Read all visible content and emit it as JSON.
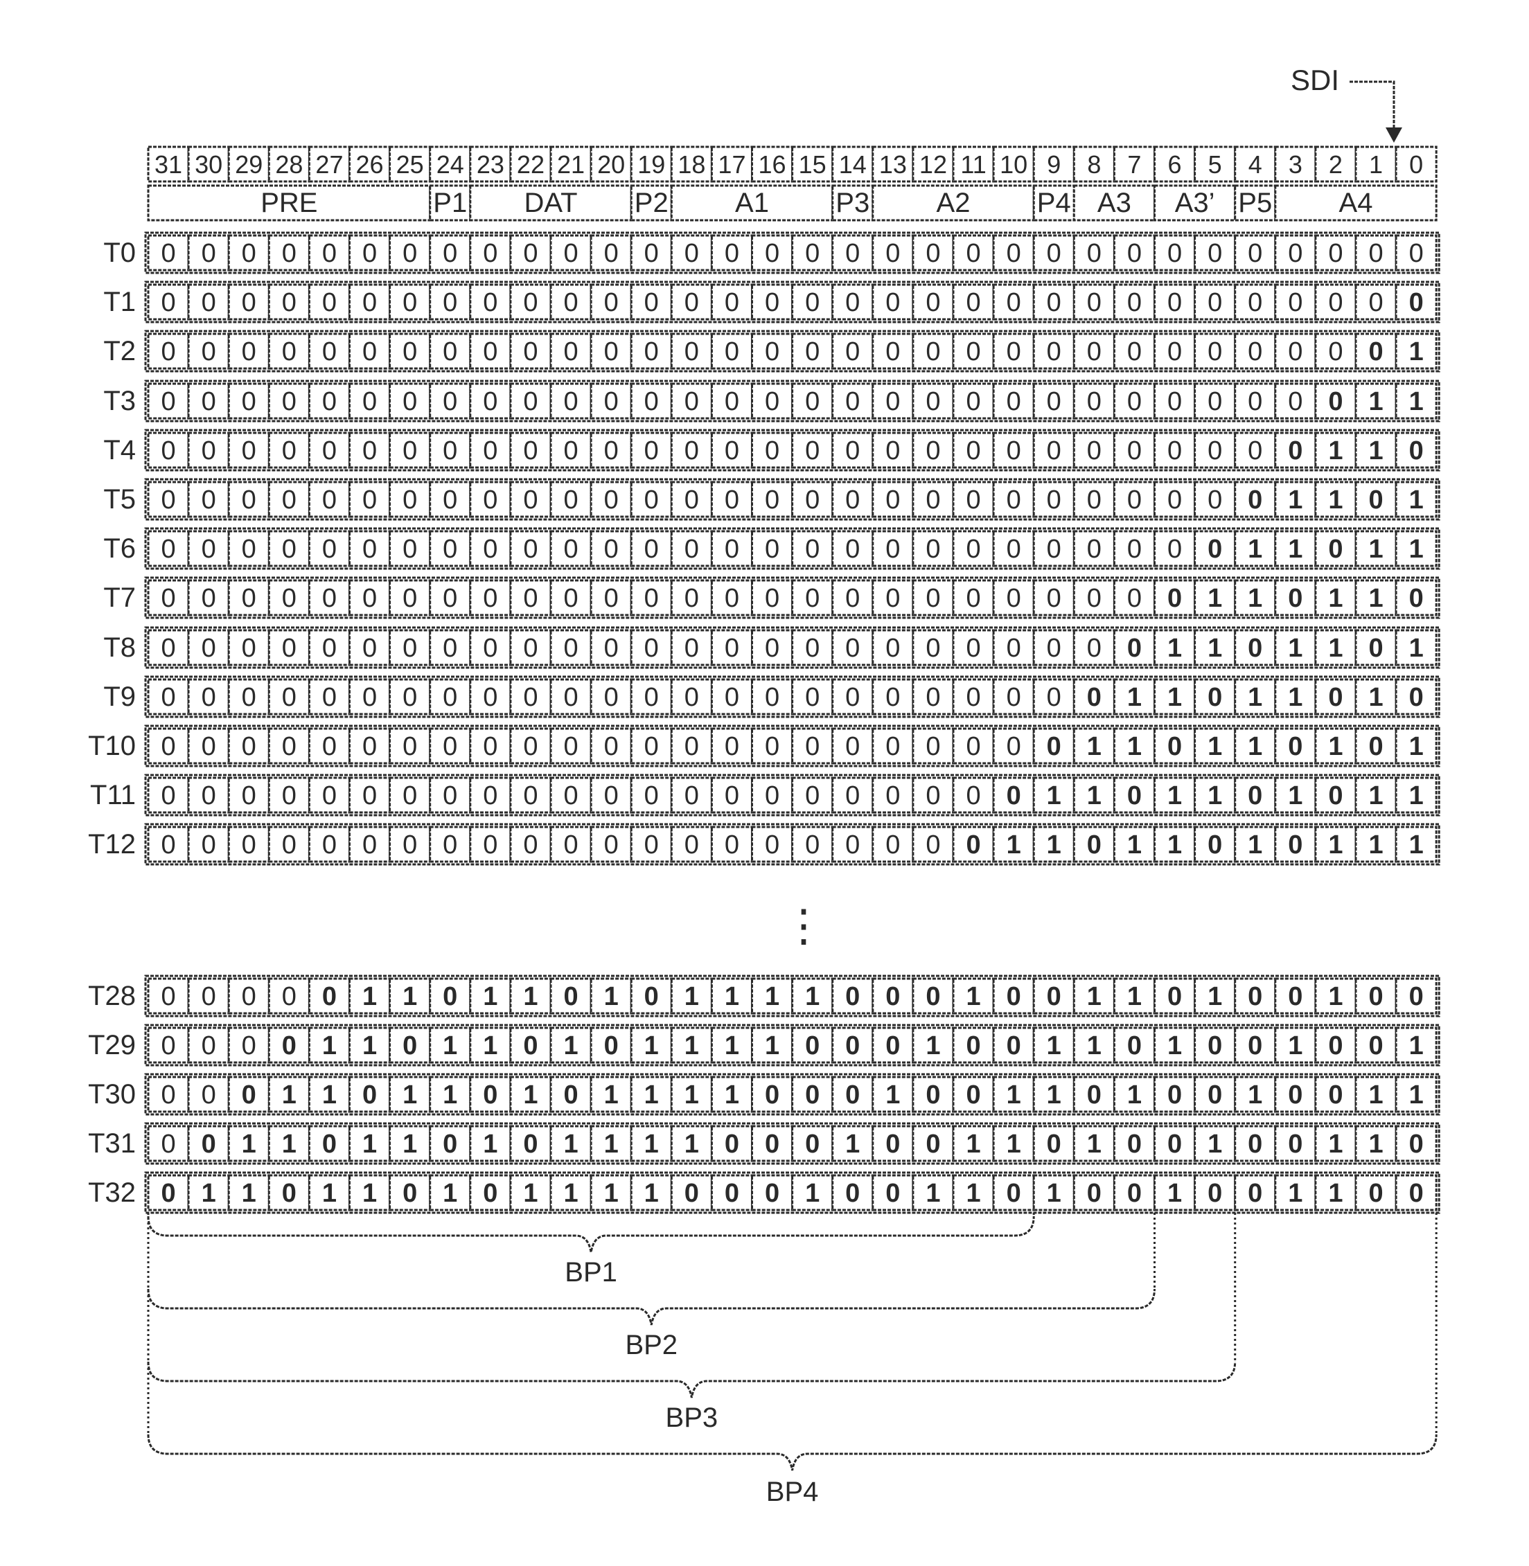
{
  "input_label": "SDI",
  "bit_indices": [
    "31",
    "30",
    "29",
    "28",
    "27",
    "26",
    "25",
    "24",
    "23",
    "22",
    "21",
    "20",
    "19",
    "18",
    "17",
    "16",
    "15",
    "14",
    "13",
    "12",
    "11",
    "10",
    "9",
    "8",
    "7",
    "6",
    "5",
    "4",
    "3",
    "2",
    "1",
    "0"
  ],
  "fields": [
    {
      "label": "PRE",
      "msb": 31,
      "lsb": 25
    },
    {
      "label": "P1",
      "msb": 24,
      "lsb": 24
    },
    {
      "label": "DAT",
      "msb": 23,
      "lsb": 20
    },
    {
      "label": "P2",
      "msb": 19,
      "lsb": 19
    },
    {
      "label": "A1",
      "msb": 18,
      "lsb": 15
    },
    {
      "label": "P3",
      "msb": 14,
      "lsb": 14
    },
    {
      "label": "A2",
      "msb": 13,
      "lsb": 10
    },
    {
      "label": "P4",
      "msb": 9,
      "lsb": 9
    },
    {
      "label": "A3",
      "msb": 8,
      "lsb": 7
    },
    {
      "label": "A3’",
      "msb": 6,
      "lsb": 5
    },
    {
      "label": "P5",
      "msb": 4,
      "lsb": 4
    },
    {
      "label": "A4",
      "msb": 3,
      "lsb": 0
    }
  ],
  "rows": [
    {
      "label": "T0",
      "bits": "00000000000000000000000000000000",
      "new_bits": 0
    },
    {
      "label": "T1",
      "bits": "00000000000000000000000000000000",
      "new_bits": 1
    },
    {
      "label": "T2",
      "bits": "00000000000000000000000000000001",
      "new_bits": 2
    },
    {
      "label": "T3",
      "bits": "00000000000000000000000000000011",
      "new_bits": 3
    },
    {
      "label": "T4",
      "bits": "00000000000000000000000000000110",
      "new_bits": 4
    },
    {
      "label": "T5",
      "bits": "00000000000000000000000000001101",
      "new_bits": 5
    },
    {
      "label": "T6",
      "bits": "00000000000000000000000000011011",
      "new_bits": 6
    },
    {
      "label": "T7",
      "bits": "00000000000000000000000000110110",
      "new_bits": 7
    },
    {
      "label": "T8",
      "bits": "00000000000000000000000001101101",
      "new_bits": 8
    },
    {
      "label": "T9",
      "bits": "00000000000000000000000011011010",
      "new_bits": 9
    },
    {
      "label": "T10",
      "bits": "00000000000000000000000110110101",
      "new_bits": 10
    },
    {
      "label": "T11",
      "bits": "00000000000000000000001101101011",
      "new_bits": 11
    },
    {
      "label": "T12",
      "bits": "00000000000000000000011011010111",
      "new_bits": 12
    },
    {
      "label": "T28",
      "bits": "00000110110101111000100110100100",
      "new_bits": 28
    },
    {
      "label": "T29",
      "bits": "00001101101011110001001101001001",
      "new_bits": 29
    },
    {
      "label": "T30",
      "bits": "00011011010111100010011010010011",
      "new_bits": 30
    },
    {
      "label": "T31",
      "bits": "00110110101111000100110100100110",
      "new_bits": 31
    },
    {
      "label": "T32",
      "bits": "01101101011110001001101001001100",
      "new_bits": 32
    }
  ],
  "ellipsis": "⋮",
  "braces": [
    {
      "label": "BP1",
      "from_bit": 31,
      "to_bit": 10
    },
    {
      "label": "BP2",
      "from_bit": 31,
      "to_bit": 7
    },
    {
      "label": "BP3",
      "from_bit": 31,
      "to_bit": 5
    },
    {
      "label": "BP4",
      "from_bit": 31,
      "to_bit": 0
    }
  ]
}
